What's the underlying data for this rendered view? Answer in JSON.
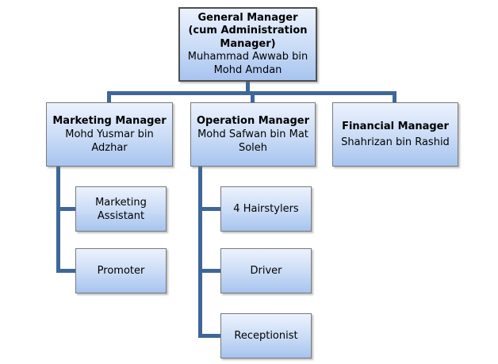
{
  "theme": {
    "connector_color": "#3E6798",
    "fill_top": "#ECF2FD",
    "fill_bottom": "#A7C4EF"
  },
  "org": {
    "general_manager": {
      "title_lines": [
        "General Manager",
        "(cum Administration",
        "Manager)"
      ],
      "name_lines": [
        "Muhammad Awwab bin",
        "Mohd Amdan"
      ]
    },
    "marketing_manager": {
      "title": "Marketing Manager",
      "name_lines": [
        "Mohd Yusmar bin",
        "Adzhar"
      ]
    },
    "operation_manager": {
      "title": "Operation Manager",
      "name_lines": [
        "Mohd Safwan bin Mat",
        "Soleh"
      ]
    },
    "financial_manager": {
      "title": "Financial Manager",
      "name": "Shahrizan bin Rashid"
    },
    "marketing_children": [
      {
        "label": "Marketing Assistant"
      },
      {
        "label": "Promoter"
      }
    ],
    "operation_children": [
      {
        "label": "4 Hairstylers"
      },
      {
        "label": "Driver"
      },
      {
        "label": "Receptionist"
      }
    ]
  }
}
